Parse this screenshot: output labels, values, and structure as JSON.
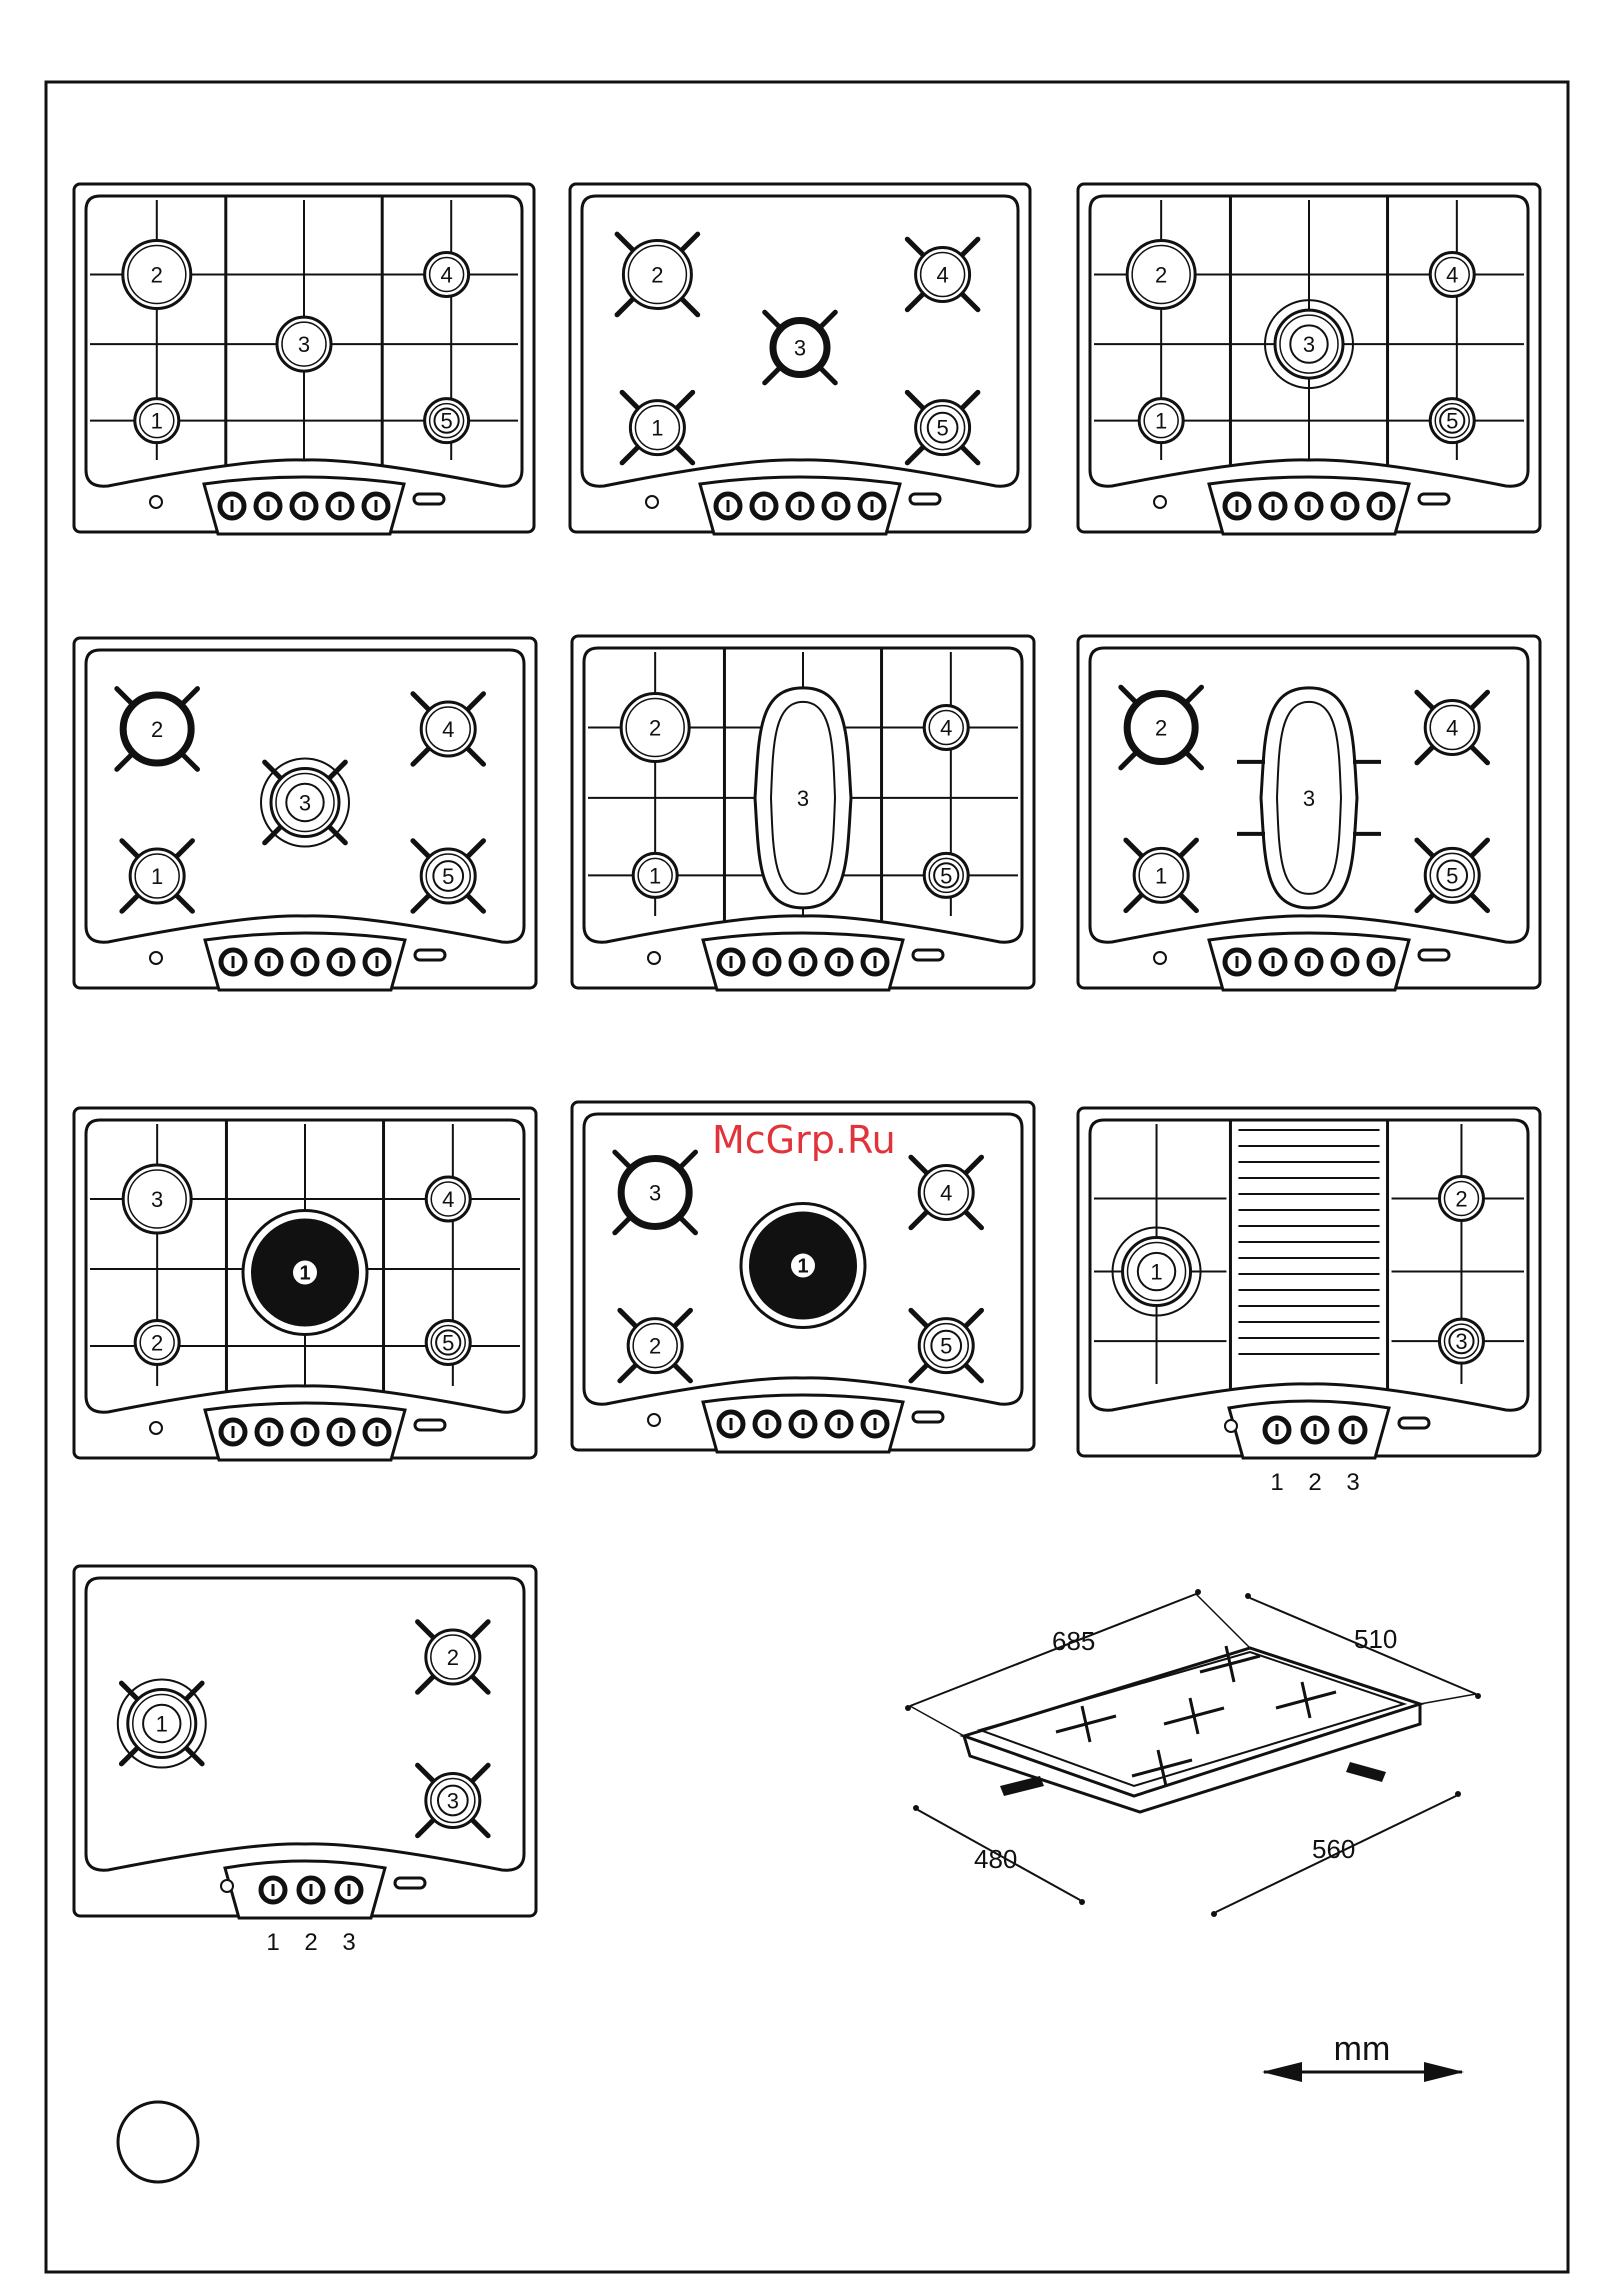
{
  "watermark": "McGrp.Ru",
  "hobs": [
    {
      "name": "hob-1",
      "grate": "grid",
      "burners": [
        {
          "label": "2",
          "style": "ring",
          "size": "large"
        },
        {
          "label": "3",
          "style": "ring",
          "size": "medium"
        },
        {
          "label": "4",
          "style": "ring",
          "size": "small"
        },
        {
          "label": "1",
          "style": "ring",
          "size": "small"
        },
        {
          "label": "5",
          "style": "double",
          "size": "small"
        }
      ],
      "knob_count": 5,
      "knob_labels": []
    },
    {
      "name": "hob-2",
      "grate": "spider",
      "burners": [
        {
          "label": "2",
          "style": "ring",
          "size": "large"
        },
        {
          "label": "4",
          "style": "ring",
          "size": "medium"
        },
        {
          "label": "3",
          "style": "thick",
          "size": "medium"
        },
        {
          "label": "1",
          "style": "ring",
          "size": "medium"
        },
        {
          "label": "5",
          "style": "double",
          "size": "medium"
        }
      ],
      "knob_count": 5,
      "knob_labels": []
    },
    {
      "name": "hob-3",
      "grate": "grid",
      "burners": [
        {
          "label": "2",
          "style": "ring",
          "size": "large"
        },
        {
          "label": "3",
          "style": "triple",
          "size": "large"
        },
        {
          "label": "4",
          "style": "ring",
          "size": "small"
        },
        {
          "label": "1",
          "style": "ring",
          "size": "small"
        },
        {
          "label": "5",
          "style": "double",
          "size": "small"
        }
      ],
      "knob_count": 5,
      "knob_labels": []
    },
    {
      "name": "hob-4",
      "grate": "spider",
      "burners": [
        {
          "label": "2",
          "style": "thick",
          "size": "large"
        },
        {
          "label": "3",
          "style": "triple",
          "size": "large"
        },
        {
          "label": "4",
          "style": "ring",
          "size": "medium"
        },
        {
          "label": "1",
          "style": "ring",
          "size": "medium"
        },
        {
          "label": "5",
          "style": "double",
          "size": "medium"
        }
      ],
      "knob_count": 5,
      "knob_labels": []
    },
    {
      "name": "hob-5",
      "grate": "grid",
      "burners": [
        {
          "label": "2",
          "style": "ring",
          "size": "large"
        },
        {
          "label": "3",
          "style": "fish",
          "size": "large"
        },
        {
          "label": "4",
          "style": "ring",
          "size": "small"
        },
        {
          "label": "1",
          "style": "ring",
          "size": "small"
        },
        {
          "label": "5",
          "style": "double",
          "size": "small"
        }
      ],
      "knob_count": 5,
      "knob_labels": []
    },
    {
      "name": "hob-6",
      "grate": "spider",
      "burners": [
        {
          "label": "2",
          "style": "thick",
          "size": "large"
        },
        {
          "label": "3",
          "style": "fish",
          "size": "large"
        },
        {
          "label": "4",
          "style": "ring",
          "size": "medium"
        },
        {
          "label": "1",
          "style": "ring",
          "size": "medium"
        },
        {
          "label": "5",
          "style": "double",
          "size": "medium"
        }
      ],
      "knob_count": 5,
      "knob_labels": []
    },
    {
      "name": "hob-7",
      "grate": "grid",
      "burners": [
        {
          "label": "3",
          "style": "ring",
          "size": "large"
        },
        {
          "label": "1",
          "style": "plate",
          "size": "large"
        },
        {
          "label": "4",
          "style": "ring",
          "size": "small"
        },
        {
          "label": "2",
          "style": "ring",
          "size": "small"
        },
        {
          "label": "5",
          "style": "double",
          "size": "small"
        }
      ],
      "knob_count": 5,
      "knob_labels": []
    },
    {
      "name": "hob-8",
      "grate": "spider",
      "burners": [
        {
          "label": "3",
          "style": "thick",
          "size": "large"
        },
        {
          "label": "1",
          "style": "plate",
          "size": "large"
        },
        {
          "label": "4",
          "style": "ring",
          "size": "medium"
        },
        {
          "label": "2",
          "style": "ring",
          "size": "medium"
        },
        {
          "label": "5",
          "style": "double",
          "size": "medium"
        }
      ],
      "knob_count": 5,
      "knob_labels": []
    },
    {
      "name": "hob-9",
      "grate": "grill",
      "burners": [
        {
          "label": "1",
          "style": "triple",
          "size": "large"
        },
        {
          "label": "2",
          "style": "ring",
          "size": "small"
        },
        {
          "label": "3",
          "style": "double",
          "size": "small"
        }
      ],
      "knob_count": 3,
      "knob_labels": [
        "1",
        "2",
        "3"
      ]
    },
    {
      "name": "hob-10",
      "grate": "spider",
      "burners": [
        {
          "label": "1",
          "style": "triple",
          "size": "large"
        },
        {
          "label": "2",
          "style": "ring",
          "size": "medium"
        },
        {
          "label": "3",
          "style": "double",
          "size": "medium"
        }
      ],
      "knob_count": 3,
      "knob_labels": [
        "1",
        "2",
        "3"
      ]
    }
  ],
  "dimensions": {
    "width": "685",
    "depth": "510",
    "cutout_width": "560",
    "cutout_depth": "480",
    "unit": "mm"
  }
}
